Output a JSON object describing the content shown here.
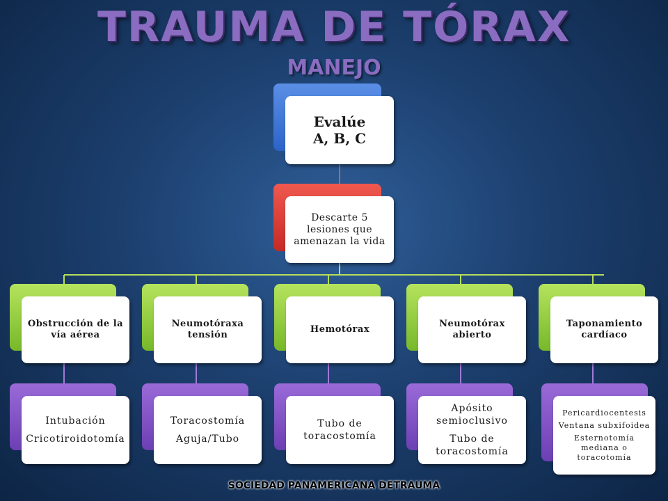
{
  "title": "TRAUMA DE TÓRAX",
  "subtitle": "MANEJO",
  "root": {
    "line1": "Evalúe",
    "line2": "A, B, C"
  },
  "level1": "Descarte 5 lesiones que amenazan la vida",
  "injuries": [
    {
      "label": "Obstrucción de la vía aérea",
      "actions": [
        "Intubación",
        "Cricotiroidotomía"
      ]
    },
    {
      "label": "Neumotóraxa tensión",
      "actions": [
        "Toracostomía",
        "Aguja/Tubo"
      ]
    },
    {
      "label": "Hemotórax",
      "actions": [
        "Tubo de toracostomía"
      ]
    },
    {
      "label": "Neumotórax abierto",
      "actions": [
        "Apósito semioclusivo",
        "Tubo de toracostomía"
      ]
    },
    {
      "label": "Taponamiento cardíaco",
      "actions": [
        "Pericardiocentesis",
        "Ventana subxifoidea",
        "Esternotomía mediana o toracotomía"
      ]
    }
  ],
  "footer": "SOCIEDAD PANAMERICANA DETRAUMA",
  "colors": {
    "root": "#3a6fd6",
    "level1": "#e0342c",
    "category": "#9ad24a",
    "action": "#7a4bc4",
    "title": "#8a6cc0"
  }
}
